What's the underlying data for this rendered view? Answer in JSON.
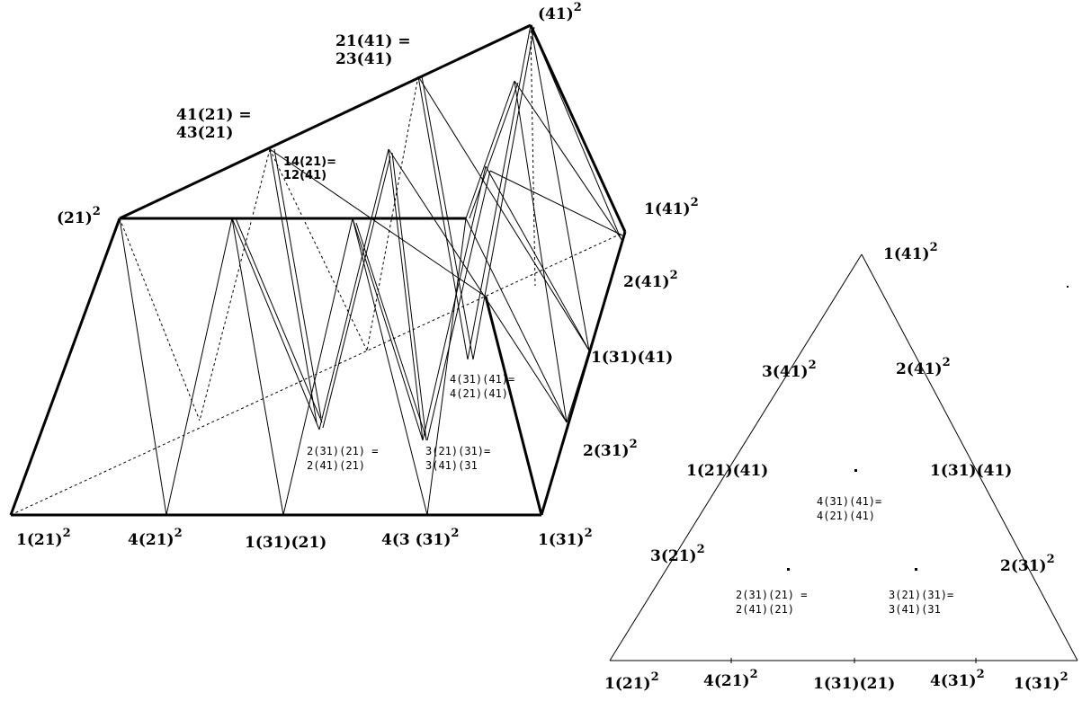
{
  "prism": {
    "vertex_labels": {
      "apex": {
        "base": "(41)",
        "exp": "2"
      },
      "left_top": {
        "base": "(21)",
        "exp": "2"
      },
      "right_top": {
        "base": "1(41)",
        "exp": "2"
      },
      "right_2_41": {
        "base": "2(41)",
        "exp": "2"
      },
      "right_1_31_41": {
        "base": "1(31)(41)",
        "exp": ""
      },
      "right_2_31": {
        "base": "2(31)",
        "exp": "2"
      },
      "bottom_1_21": {
        "base": "1(21)",
        "exp": "2"
      },
      "bottom_4_21": {
        "base": "4(21)",
        "exp": "2"
      },
      "bottom_1_31_21": {
        "base": "1(31)(21)",
        "exp": ""
      },
      "bottom_4_3_31": {
        "base": "4(3 (31)",
        "exp": "2"
      },
      "bottom_1_31": {
        "base": "1(31)",
        "exp": "2"
      }
    },
    "edge_labels": {
      "e41_21": [
        "41(21) =",
        "43(21)"
      ],
      "e21_41": [
        "21(41) =",
        "23(41)"
      ],
      "e14_21": [
        "14(21)=",
        "12(41)"
      ]
    },
    "inner_labels": {
      "i4_31_41": [
        "4(31)(41)=",
        "4(21)(41)"
      ],
      "i2_31_21": [
        "2(31)(21) =",
        "2(41)(21)"
      ],
      "i3_21_31": [
        "3(21)(31)=",
        "3(41)(31"
      ]
    }
  },
  "triangle": {
    "vertex_labels": {
      "top": {
        "base": "1(41)",
        "exp": "2"
      },
      "left_3_41": {
        "base": "3(41)",
        "exp": "2"
      },
      "right_2_41": {
        "base": "2(41)",
        "exp": "2"
      },
      "left_1_21_41": {
        "base": "1(21)(41)",
        "exp": ""
      },
      "right_1_31_41": {
        "base": "1(31)(41)",
        "exp": ""
      },
      "left_3_21": {
        "base": "3(21)",
        "exp": "2"
      },
      "right_2_31": {
        "base": "2(31)",
        "exp": "2"
      },
      "bottom_1_21": {
        "base": "1(21)",
        "exp": "2"
      },
      "bottom_4_21": {
        "base": "4(21)",
        "exp": "2"
      },
      "bottom_1_31_21": {
        "base": "1(31)(21)",
        "exp": ""
      },
      "bottom_4_31": {
        "base": "4(31)",
        "exp": "2"
      },
      "bottom_1_31": {
        "base": "1(31)",
        "exp": "2"
      }
    },
    "inner_labels": {
      "i4_31_41": [
        "4(31)(41)=",
        "4(21)(41)"
      ],
      "i2_31_21": [
        "2(31)(21) =",
        "2(41)(21)"
      ],
      "i3_21_31": [
        "3(21)(31)=",
        "3(41)(31"
      ]
    }
  }
}
